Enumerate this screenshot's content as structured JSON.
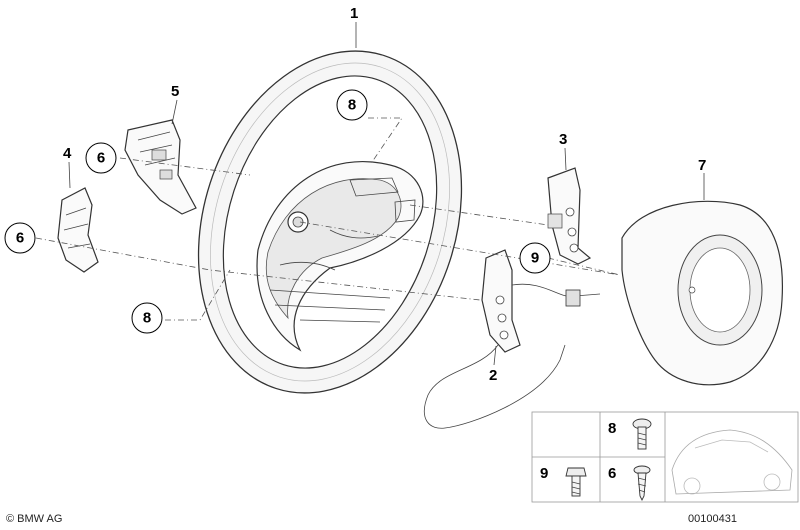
{
  "callouts": {
    "c1": "1",
    "c2": "2",
    "c3": "3",
    "c4": "4",
    "c5": "5",
    "c6a": "6",
    "c6b": "6",
    "c7": "7",
    "c8a": "8",
    "c8b": "8",
    "c9": "9"
  },
  "inset": {
    "label_8": "8",
    "label_9": "9",
    "label_6": "6"
  },
  "footer": {
    "copyright": "© BMW AG",
    "diagram_number": "00100431"
  }
}
